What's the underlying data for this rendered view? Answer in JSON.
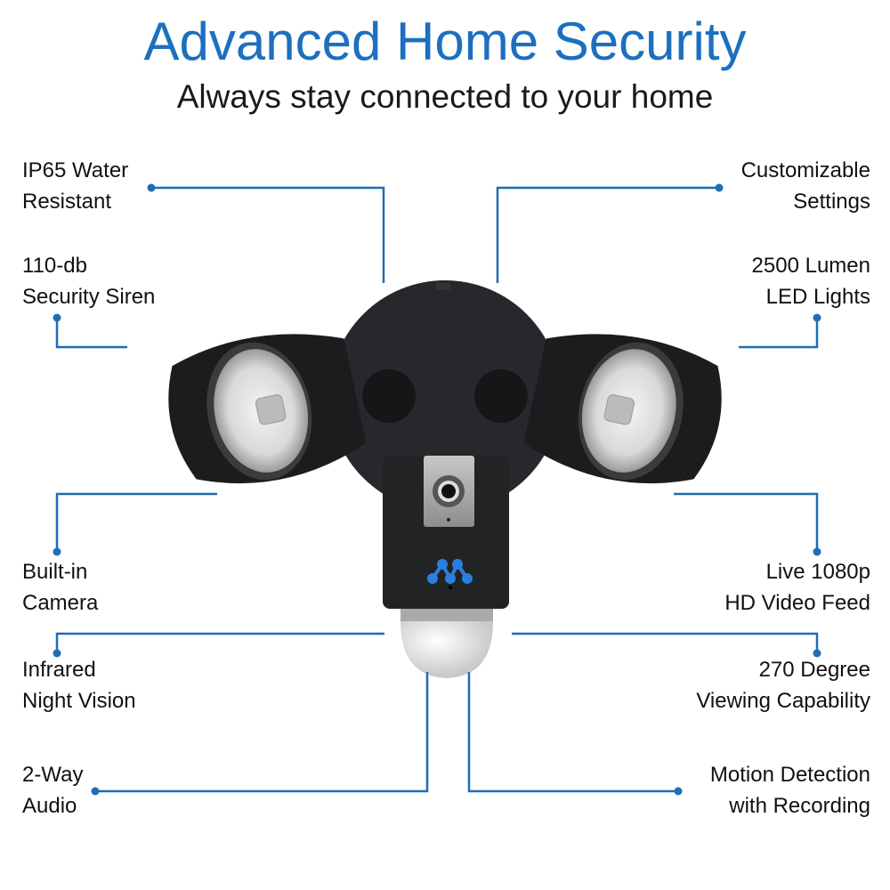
{
  "header": {
    "title": "Advanced Home Security",
    "subtitle": "Always stay connected to your home"
  },
  "features_left": [
    {
      "line1": "IP65 Water",
      "line2": "Resistant"
    },
    {
      "line1": "110-db",
      "line2": "Security Siren"
    },
    {
      "line1": "Built-in",
      "line2": "Camera"
    },
    {
      "line1": "Infrared",
      "line2": "Night Vision"
    },
    {
      "line1": "2-Way",
      "line2": "Audio"
    }
  ],
  "features_right": [
    {
      "line1": "Customizable",
      "line2": "Settings"
    },
    {
      "line1": "2500 Lumen",
      "line2": "LED Lights"
    },
    {
      "line1": "Live 1080p",
      "line2": "HD Video Feed"
    },
    {
      "line1": "270 Degree",
      "line2": "Viewing Capability"
    },
    {
      "line1": "Motion Detection",
      "line2": "with Recording"
    }
  ],
  "colors": {
    "accent": "#1d6fbf",
    "line": "#1f6db5",
    "device": "#1e1f21"
  }
}
